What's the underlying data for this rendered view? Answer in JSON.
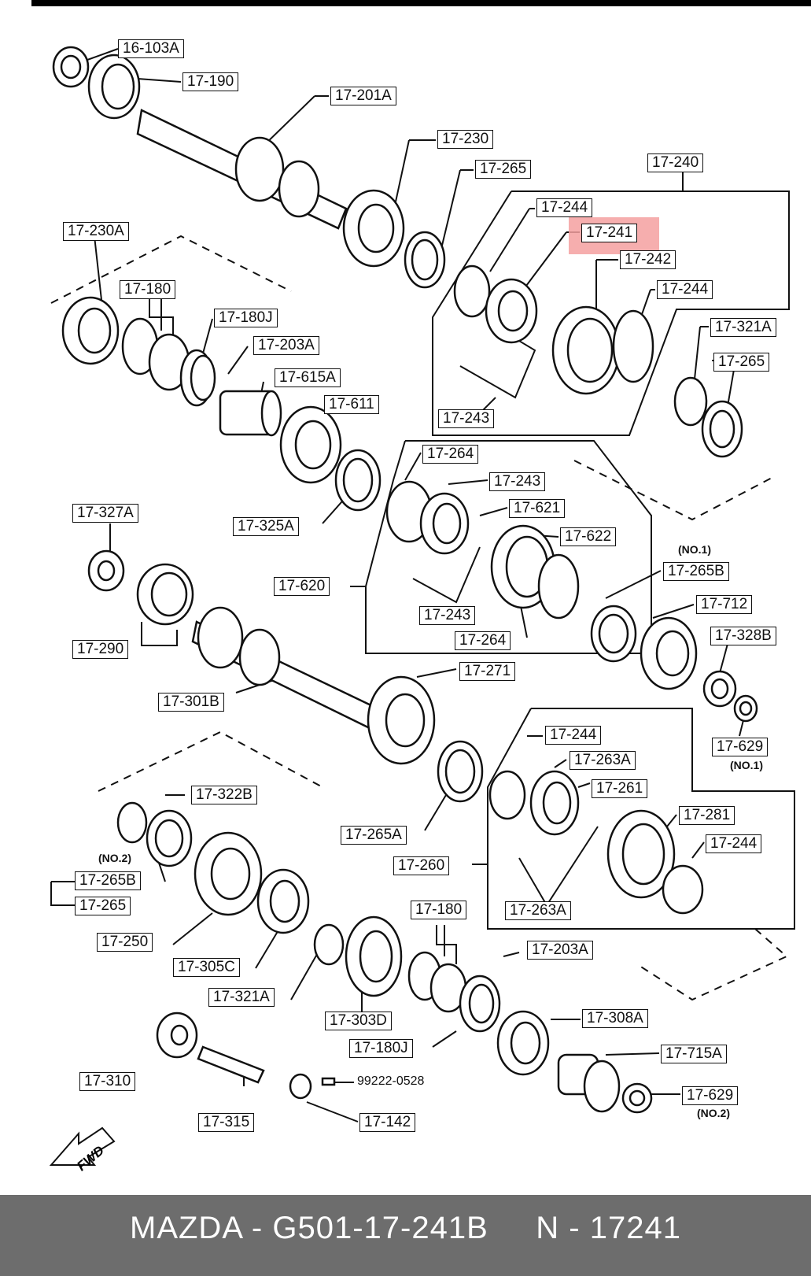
{
  "labels": {
    "l16_103a": "16-103A",
    "l17_190": "17-190",
    "l17_201a": "17-201A",
    "l17_230": "17-230",
    "l17_265_top": "17-265",
    "l17_240": "17-240",
    "l17_244_a": "17-244",
    "l17_241": "17-241",
    "l17_242": "17-242",
    "l17_244_b": "17-244",
    "l17_321a_top": "17-321A",
    "l17_265_right": "17-265",
    "l17_243_top": "17-243",
    "l17_230a": "17-230A",
    "l17_180_top": "17-180",
    "l17_180j_top": "17-180J",
    "l17_203a_top": "17-203A",
    "l17_615a": "17-615A",
    "l17_611": "17-611",
    "l17_325a": "17-325A",
    "l17_264_a": "17-264",
    "l17_243_b": "17-243",
    "l17_621": "17-621",
    "l17_622": "17-622",
    "l17_620": "17-620",
    "l17_243_c": "17-243",
    "l17_264_b": "17-264",
    "l17_327a": "17-327A",
    "l17_290": "17-290",
    "l17_265b_top": "17-265B",
    "l17_712": "17-712",
    "l17_328b": "17-328B",
    "l17_271": "17-271",
    "l17_301b": "17-301B",
    "l17_629_top": "17-629",
    "l17_244_c": "17-244",
    "l17_263a_a": "17-263A",
    "l17_261": "17-261",
    "l17_281": "17-281",
    "l17_244_d": "17-244",
    "l17_322b": "17-322B",
    "l17_265a": "17-265A",
    "l17_260": "17-260",
    "l17_265b_bot": "17-265B",
    "l17_265_bot": "17-265",
    "l17_263a_b": "17-263A",
    "l17_180_bot": "17-180",
    "l17_250": "17-250",
    "l17_305c": "17-305C",
    "l17_203a_bot": "17-203A",
    "l17_321a_bot": "17-321A",
    "l17_303d": "17-303D",
    "l17_308a": "17-308A",
    "l17_180j_bot": "17-180J",
    "l17_715a": "17-715A",
    "l17_310": "17-310",
    "l17_629_bot": "17-629",
    "l17_315": "17-315",
    "l17_142": "17-142"
  },
  "notes": {
    "no1_top": "(NO.1)",
    "no1_bot": "(NO.1)",
    "no2_left": "(NO.2)",
    "no2_right": "(NO.2)",
    "part_99222": "99222-0528",
    "fwd": "FWD"
  },
  "footer": "MAZDA - G501-17-241B     N - 17241",
  "colors": {
    "highlight": "#f5a0a0",
    "footer_bg": "#6d6d6d",
    "footer_text": "#ffffff",
    "ink": "#111111"
  }
}
